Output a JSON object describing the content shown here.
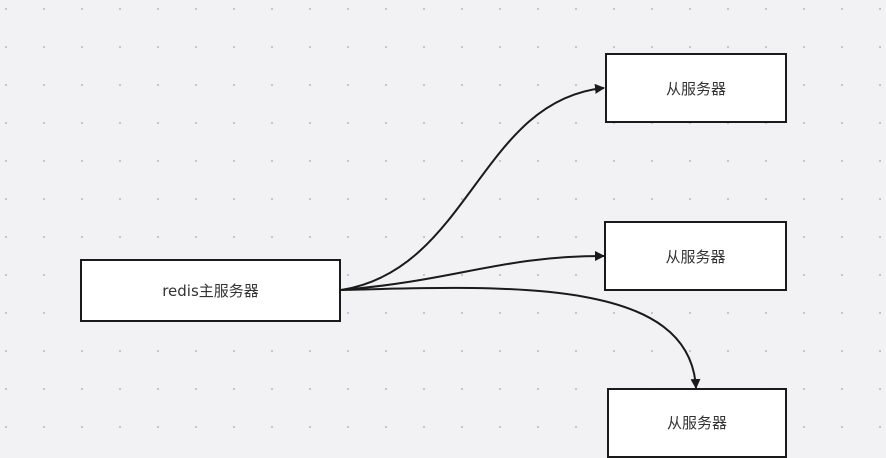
{
  "master": {
    "label": "redis主服务器"
  },
  "slaves": [
    {
      "label": "从服务器"
    },
    {
      "label": "从服务器"
    },
    {
      "label": "从服务器"
    }
  ]
}
